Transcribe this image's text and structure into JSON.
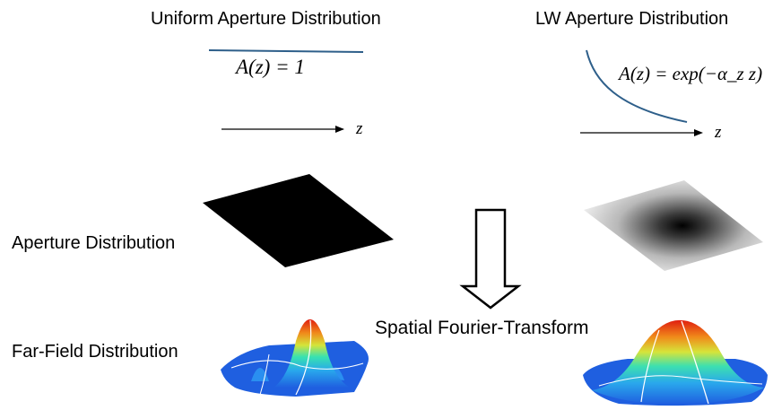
{
  "uniform": {
    "title": "Uniform Aperture Distribution",
    "formula": "A(z) = 1",
    "axis": "z"
  },
  "lw": {
    "title": "LW Aperture Distribution",
    "formula": "A(z) = exp(−α_z z)",
    "axis": "z"
  },
  "labels": {
    "aperture": "Aperture Distribution",
    "farfield": "Far-Field Distribution",
    "transform": "Spatial Fourier-Transform"
  },
  "colors": {
    "curve": "#2e5f8a",
    "uniform_plate": "#000000",
    "surface_low": "#1f5fe0",
    "surface_high": "#e01e10"
  }
}
